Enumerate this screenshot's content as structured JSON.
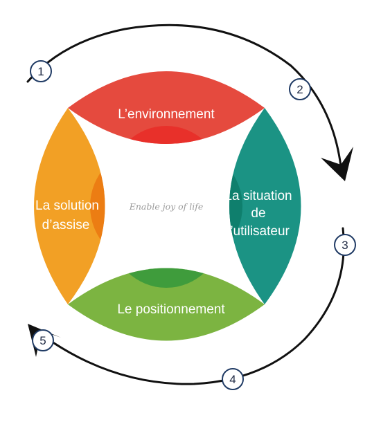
{
  "segments": {
    "top": {
      "label_lines": [
        "L’environnement"
      ],
      "color": "#e54a3e",
      "accent": "#e8302a"
    },
    "right": {
      "label_lines": [
        "La situation",
        "de",
        "l’utilisateur"
      ],
      "color": "#1b9384",
      "accent": "#0f7f6d"
    },
    "bottom": {
      "label_lines": [
        "Le positionnement"
      ],
      "color": "#7cb441",
      "accent": "#3f9c3c"
    },
    "left": {
      "label_lines": [
        "La solution",
        "d’assise"
      ],
      "color": "#f2a025",
      "accent": "#ec7d13"
    }
  },
  "center": {
    "tagline": "Enable joy of life"
  },
  "cycle_steps": [
    "1",
    "2",
    "3",
    "4",
    "5"
  ],
  "colors": {
    "arrow": "#111111",
    "badge_stroke": "#1f3a64",
    "badge_fill": "#ffffff"
  }
}
